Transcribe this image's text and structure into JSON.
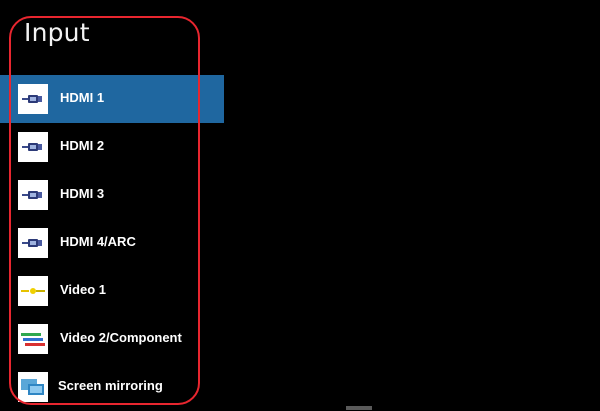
{
  "screen": {
    "title": "Input"
  },
  "inputs": [
    {
      "label": "HDMI 1",
      "icon": "hdmi-icon",
      "selected": true
    },
    {
      "label": "HDMI 2",
      "icon": "hdmi-icon",
      "selected": false
    },
    {
      "label": "HDMI 3",
      "icon": "hdmi-icon",
      "selected": false
    },
    {
      "label": "HDMI 4/ARC",
      "icon": "hdmi-icon",
      "selected": false
    },
    {
      "label": "Video 1",
      "icon": "composite-video-icon",
      "selected": false
    },
    {
      "label": "Video 2/Component",
      "icon": "component-video-icon",
      "selected": false
    },
    {
      "label": "Screen mirroring",
      "icon": "screen-mirroring-icon",
      "selected": false
    }
  ],
  "colors": {
    "background": "#000000",
    "selection": "#1f67a0",
    "annotation": "#e8262f",
    "text": "#ffffff"
  }
}
